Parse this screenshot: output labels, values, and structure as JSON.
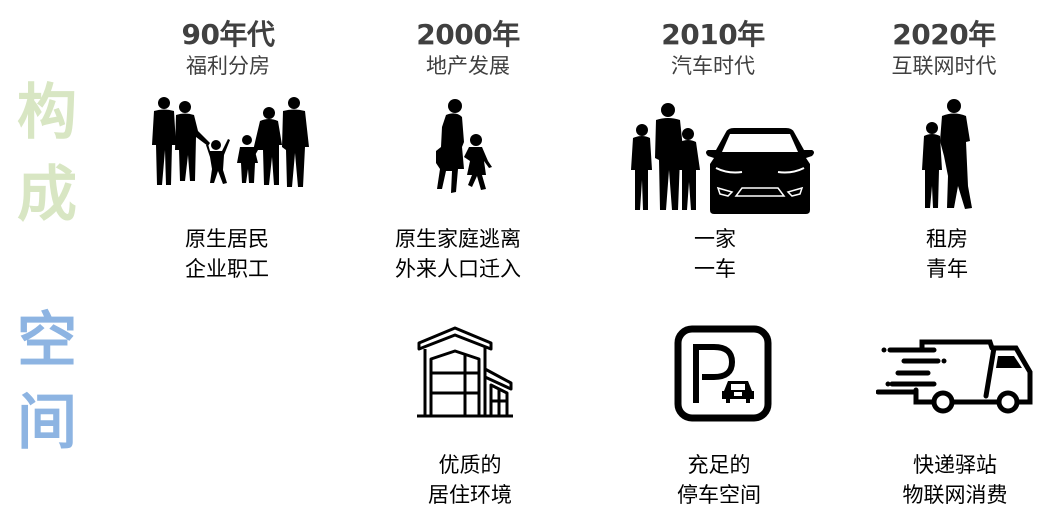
{
  "side_labels": {
    "top": "构成",
    "bottom": "空间",
    "top_color": "#d8e6c3",
    "bottom_color": "#8db4e2"
  },
  "eras": [
    {
      "year": "90年代",
      "theme": "福利分房",
      "population_icon": "family-silhouette-icon",
      "population": [
        "原生居民",
        "企业职工"
      ]
    },
    {
      "year": "2000年",
      "theme": "地产发展",
      "population_icon": "mother-child-walking-icon",
      "population": [
        "原生家庭逃离",
        "外来人口迁入"
      ],
      "space_icon": "building-icon",
      "space": [
        "优质的",
        "居住环境"
      ]
    },
    {
      "year": "2010年",
      "theme": "汽车时代",
      "population_icon": "family-with-car-icon",
      "population": [
        "一家",
        "一车"
      ],
      "space_icon": "parking-icon",
      "space": [
        "充足的",
        "停车空间"
      ]
    },
    {
      "year": "2020年",
      "theme": "互联网时代",
      "population_icon": "couple-silhouette-icon",
      "population": [
        "租房",
        "青年"
      ],
      "space_icon": "delivery-truck-icon",
      "space": [
        "快递驿站",
        "物联网消费"
      ]
    }
  ]
}
